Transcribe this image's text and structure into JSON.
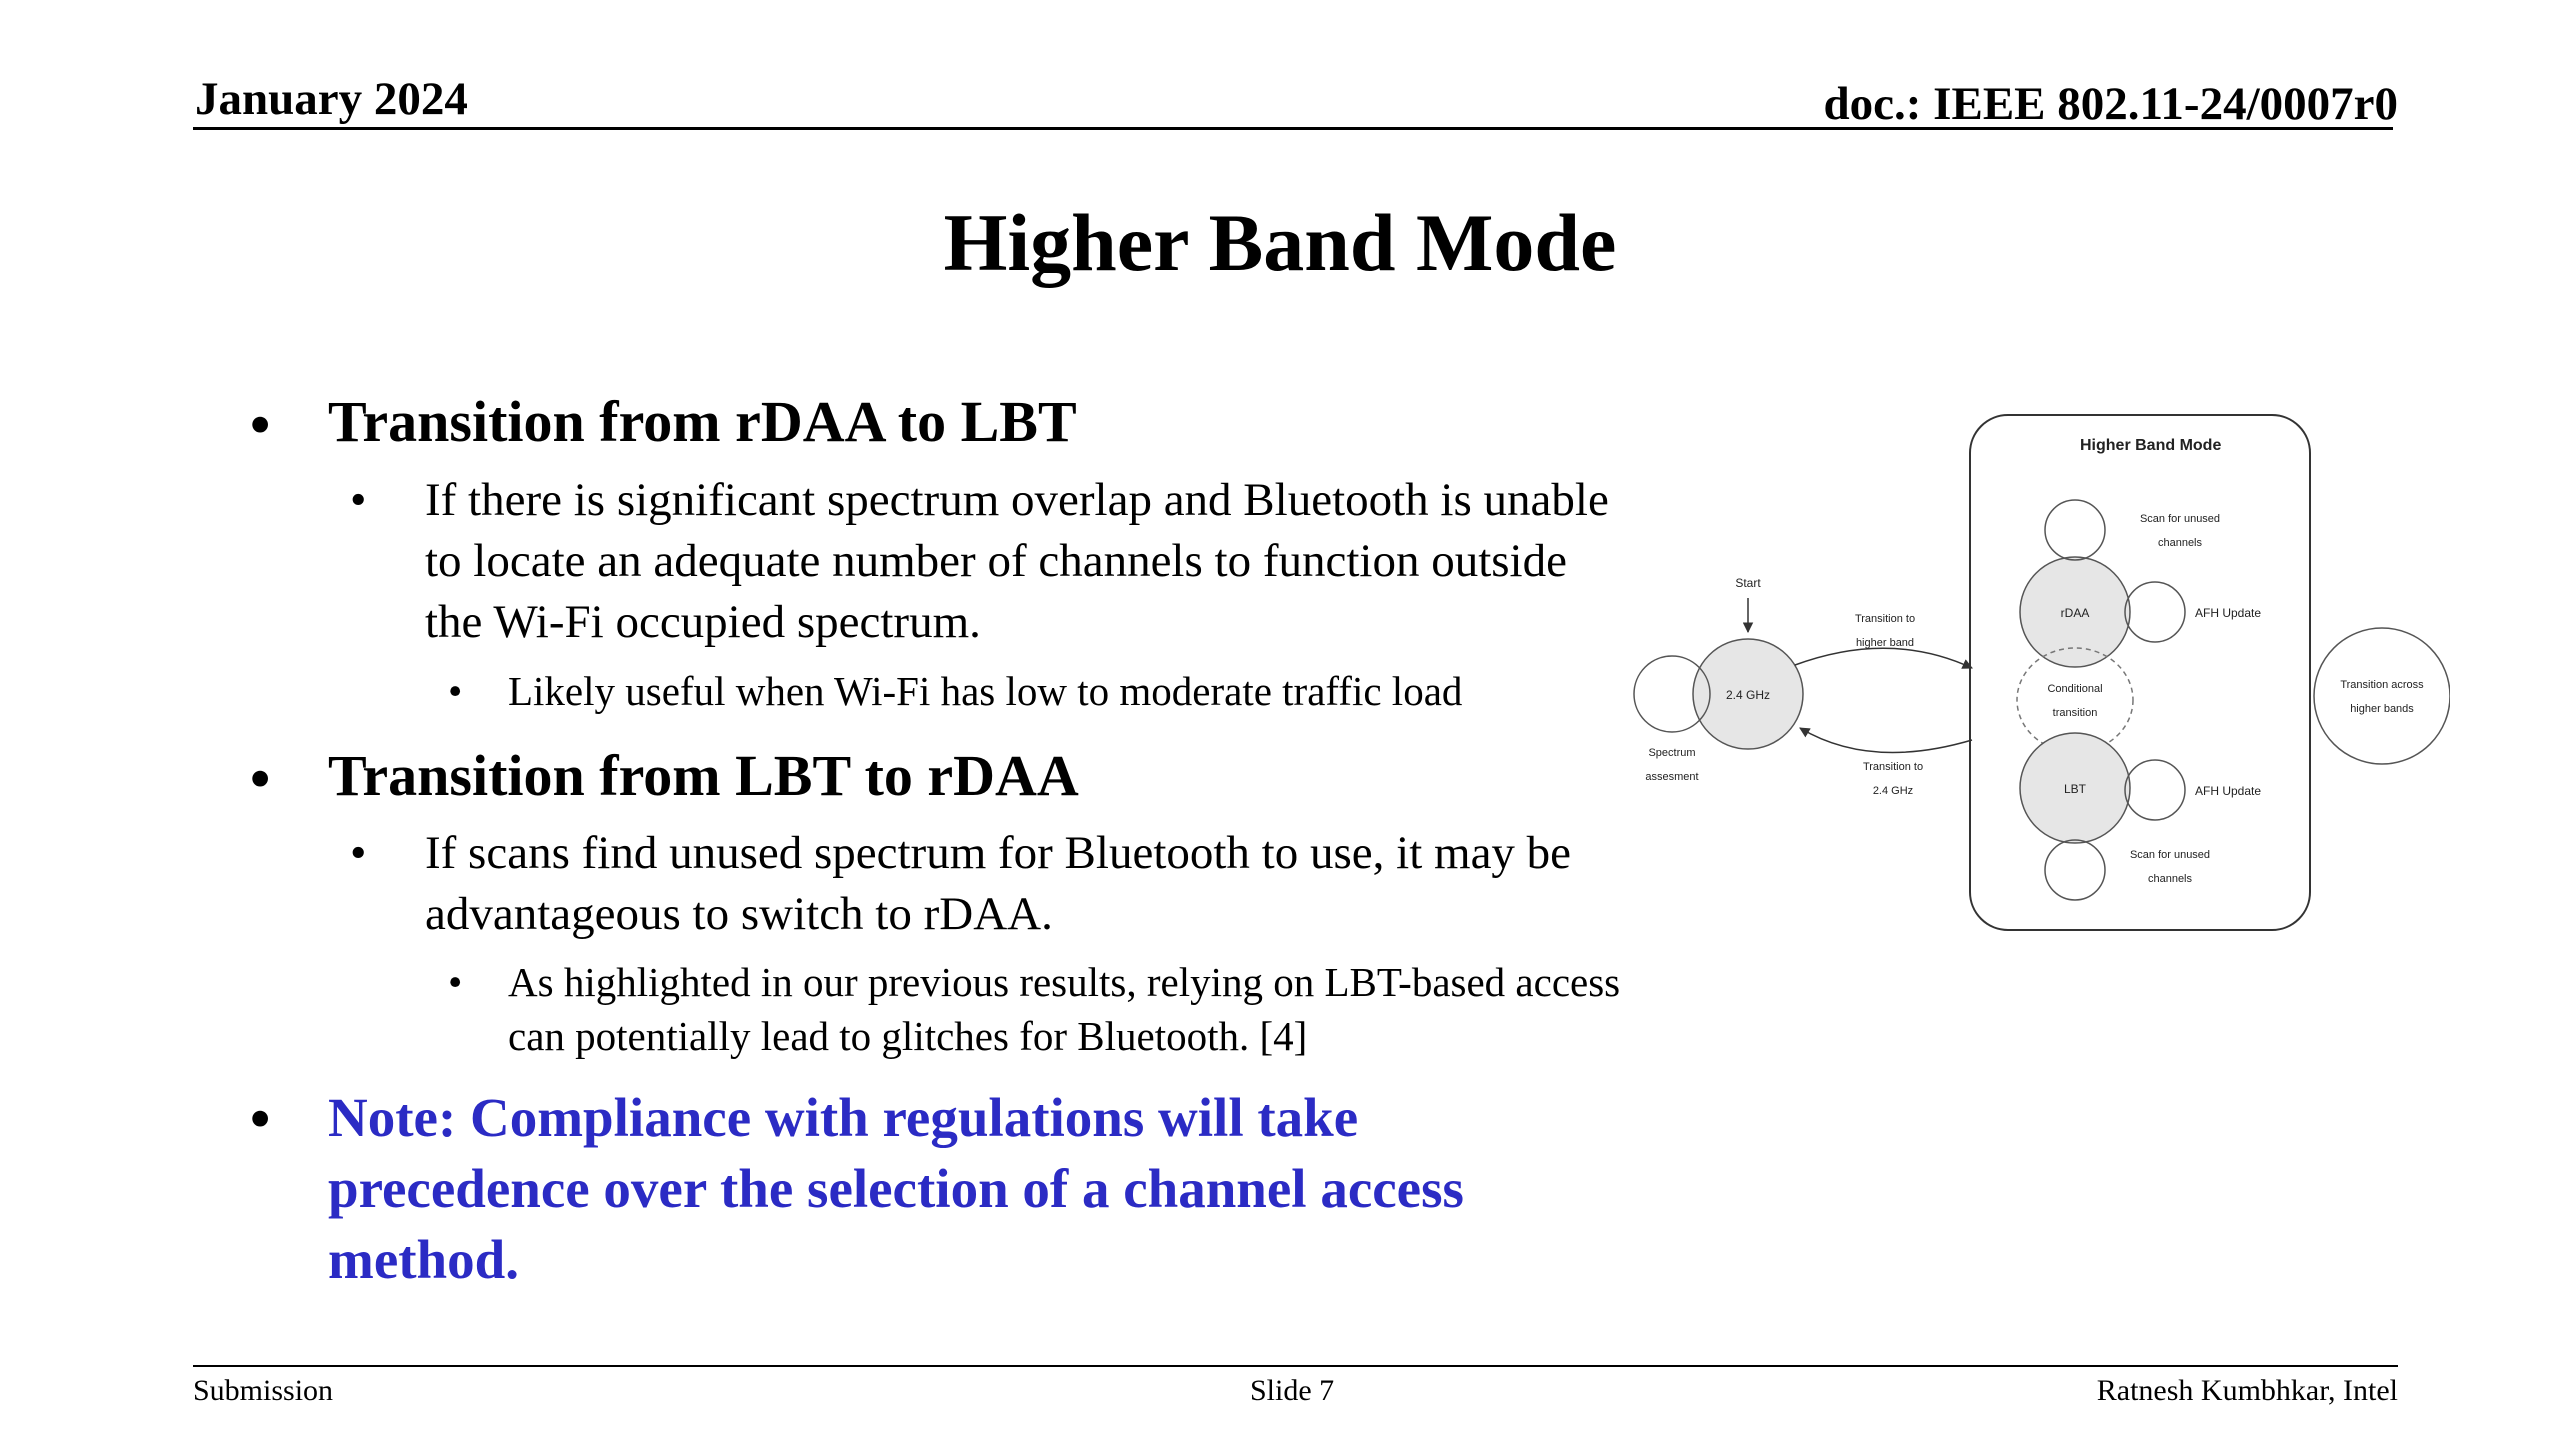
{
  "header": {
    "date": "January 2024",
    "doc_id": "doc.: IEEE 802.11-24/0007r0"
  },
  "title": "Higher Band Mode",
  "bullets": {
    "b1": {
      "heading": "Transition from rDAA to LBT",
      "sub1": "If  there is significant spectrum overlap and Bluetooth is unable to locate an adequate number of channels to function outside the Wi-Fi occupied spectrum.",
      "sub1_detail": "Likely useful when Wi-Fi has low to moderate traffic load"
    },
    "b2": {
      "heading": "Transition from LBT to rDAA",
      "sub1": "If scans find unused spectrum for Bluetooth to use, it may be advantageous to switch to rDAA.",
      "sub1_detail": "As highlighted in our previous results, relying on LBT-based access can potentially lead to glitches for Bluetooth. [4]"
    },
    "note": "Note: Compliance with regulations will take precedence over the selection of a channel access method.",
    "bullet_char": "•"
  },
  "colors": {
    "note": "#2b2bc4"
  },
  "diagram": {
    "box_title": "Higher Band Mode",
    "start": "Start",
    "node_24": "2.4 GHz",
    "spectrum_line1": "Spectrum",
    "spectrum_line2": "assesment",
    "to_higher_line1": "Transition to",
    "to_higher_line2": "higher band",
    "to_24_line1": "Transition to",
    "to_24_line2": "2.4 GHz",
    "rdaa": "rDAA",
    "lbt": "LBT",
    "scan_top_line1": "Scan for unused",
    "scan_top_line2": "channels",
    "scan_bottom_line1": "Scan for unused",
    "scan_bottom_line2": "channels",
    "afh_top": "AFH Update",
    "afh_bottom": "AFH Update",
    "cond_line1": "Conditional",
    "cond_line2": "transition",
    "across_line1": "Transition across",
    "across_line2": "higher bands"
  },
  "footer": {
    "left": "Submission",
    "center": "Slide 7",
    "right": "Ratnesh Kumbhkar, Intel"
  }
}
